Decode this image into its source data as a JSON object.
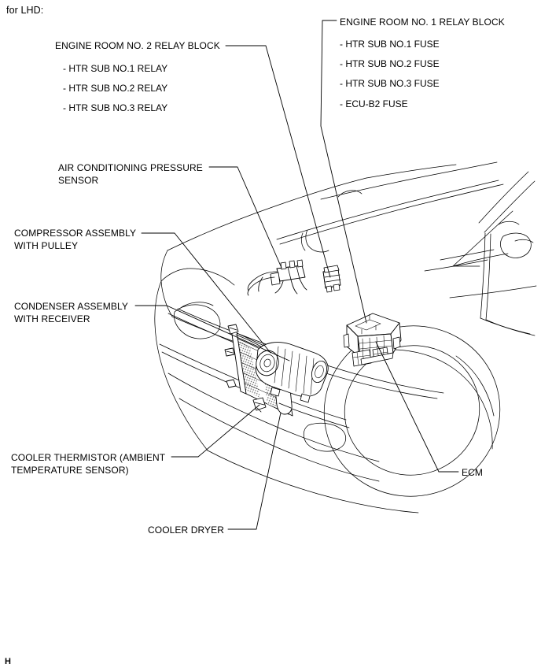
{
  "page": {
    "variant_note": "for LHD:",
    "page_marker": "H",
    "line_color": "#000000",
    "background": "#ffffff"
  },
  "labels": {
    "engine_room_no2_relay_block": {
      "title": "ENGINE ROOM NO. 2 RELAY BLOCK",
      "items": [
        "- HTR SUB NO.1 RELAY",
        "- HTR SUB NO.2 RELAY",
        "- HTR SUB NO.3 RELAY"
      ]
    },
    "engine_room_no1_relay_block": {
      "title": "ENGINE ROOM NO. 1 RELAY BLOCK",
      "items": [
        "- HTR SUB NO.1 FUSE",
        "- HTR SUB NO.2 FUSE",
        "- HTR SUB NO.3 FUSE",
        "- ECU-B2 FUSE"
      ]
    },
    "air_conditioning_pressure_sensor": {
      "line1": "AIR CONDITIONING PRESSURE",
      "line2": "SENSOR"
    },
    "compressor_assembly": {
      "line1": "COMPRESSOR ASSEMBLY",
      "line2": "WITH PULLEY"
    },
    "condenser_assembly": {
      "line1": "CONDENSER ASSEMBLY",
      "line2": "WITH RECEIVER"
    },
    "cooler_thermistor": {
      "line1": "COOLER THERMISTOR (AMBIENT",
      "line2": "TEMPERATURE SENSOR)"
    },
    "cooler_dryer": {
      "line1": "COOLER DRYER"
    },
    "ecm": {
      "line1": "ECM"
    }
  },
  "diagram": {
    "type": "technical-line-drawing",
    "subject": "vehicle front engine compartment, left-hand-drive, air conditioning components",
    "components": [
      {
        "name": "air-conditioning-pressure-sensor",
        "leader_from": [
          280,
          212
        ],
        "leader_to": [
          355,
          340
        ]
      },
      {
        "name": "engine-room-no2-relay-block",
        "leader_from": [
          338,
          60
        ],
        "leader_to": [
          420,
          352
        ]
      },
      {
        "name": "engine-room-no1-relay-block",
        "leader_from": [
          428,
          26
        ],
        "leader_to": [
          465,
          408
        ]
      },
      {
        "name": "compressor-assembly-with-pulley",
        "leader_from": [
          196,
          296
        ],
        "leader_to": [
          344,
          447
        ]
      },
      {
        "name": "condenser-assembly-with-receiver",
        "leader_from": [
          189,
          388
        ],
        "leader_to": [
          367,
          456
        ]
      },
      {
        "name": "cooler-thermistor",
        "leader_from": [
          230,
          580
        ],
        "leader_to": [
          329,
          513
        ]
      },
      {
        "name": "cooler-dryer",
        "leader_from": [
          323,
          672
        ],
        "leader_to": [
          356,
          524
        ]
      },
      {
        "name": "ecm",
        "leader_from": [
          578,
          599
        ],
        "leader_to": [
          478,
          432
        ]
      }
    ]
  }
}
